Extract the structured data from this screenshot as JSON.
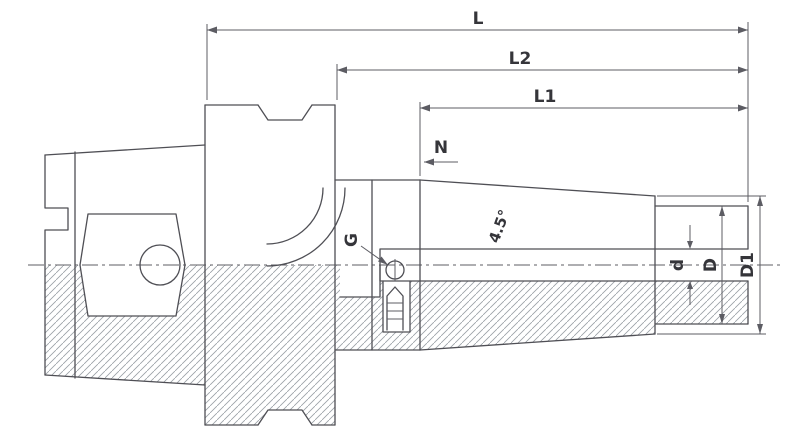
{
  "figure": {
    "type": "technical-drawing",
    "subject": "shrink-fit tool holder cross-section",
    "background": "#ffffff",
    "edge_color": "#4f4f55",
    "dim_color": "#5c5c63",
    "hatch_color": "#9aa0a6",
    "text_color": "#35353a"
  },
  "dimensions": {
    "overall_length": {
      "label": "L"
    },
    "length_l2": {
      "label": "L2"
    },
    "length_l1": {
      "label": "L1"
    },
    "nose_ref": {
      "label": "N"
    },
    "thread": {
      "label": "G"
    },
    "taper_angle": {
      "label": "4.5°"
    },
    "bore_diameter": {
      "label": "d"
    },
    "outer_diameter": {
      "label": "D"
    },
    "outer_diameter_1": {
      "label": "D1"
    }
  }
}
